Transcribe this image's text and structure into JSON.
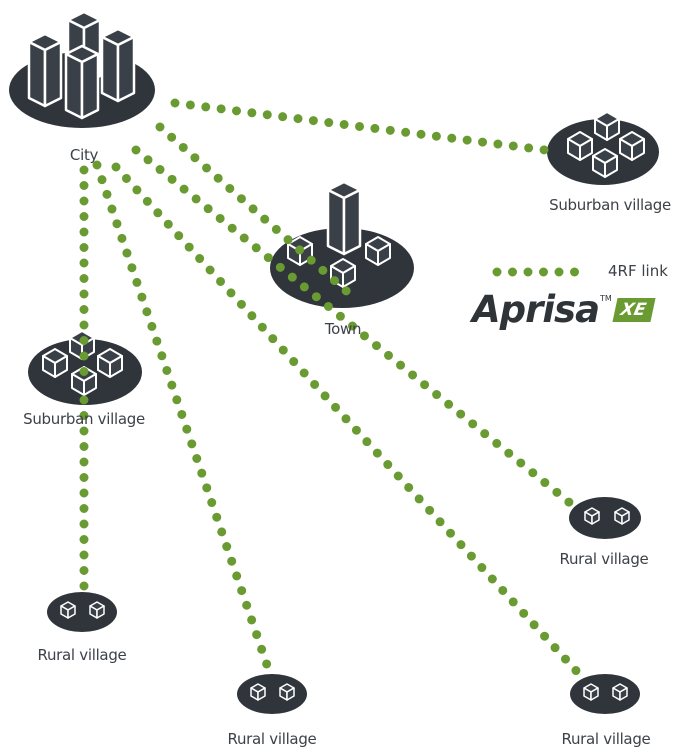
{
  "colors": {
    "link": "#6a9b32",
    "node": "#3a4047",
    "ground": "#2f353b",
    "text": "#3d4248"
  },
  "nodes": {
    "city": {
      "label": "City",
      "icon": "city-icon"
    },
    "suburban_top": {
      "label": "Suburban village",
      "icon": "suburban-village-icon"
    },
    "town": {
      "label": "Town",
      "icon": "town-icon"
    },
    "suburban_left": {
      "label": "Suburban village",
      "icon": "suburban-village-icon"
    },
    "rural_1": {
      "label": "Rural village",
      "icon": "rural-village-icon"
    },
    "rural_2": {
      "label": "Rural village",
      "icon": "rural-village-icon"
    },
    "rural_3": {
      "label": "Rural village",
      "icon": "rural-village-icon"
    },
    "rural_4": {
      "label": "Rural village",
      "icon": "rural-village-icon"
    }
  },
  "legend": {
    "link_label": "4RF link"
  },
  "logo": {
    "name": "Aprisa",
    "tm": "TM",
    "badge": "XE"
  }
}
